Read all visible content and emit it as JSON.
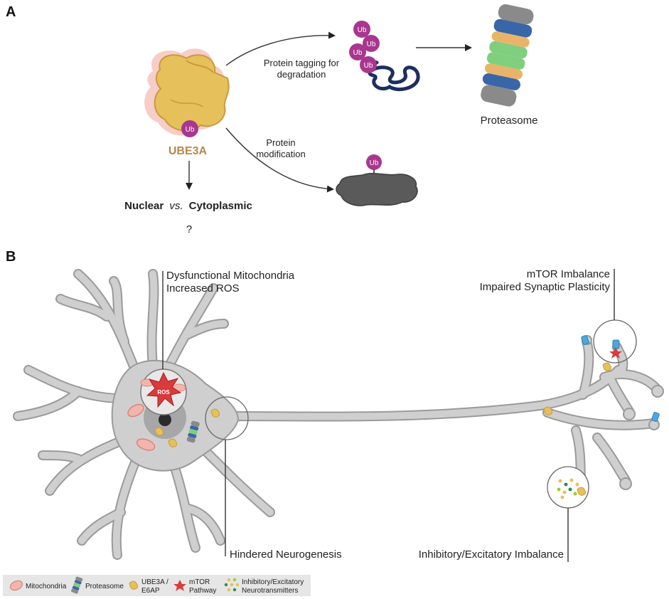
{
  "panel_a": {
    "letter": "A",
    "ub_label": "Ub",
    "enzyme_label": "UBE3A",
    "path_top_line1": "Protein tagging for",
    "path_top_line2": "degradation",
    "path_bottom_line1": "Protein",
    "path_bottom_line2": "modification",
    "proteasome_label": "Proteasome",
    "localization_nuclear": "Nuclear",
    "localization_vs": "vs.",
    "localization_cyto": "Cytoplasmic",
    "question": "?"
  },
  "panel_b": {
    "letter": "B",
    "mito_line1": "Dysfunctional Mitochondria",
    "mito_line2": "Increased ROS",
    "ros_label": "ROS",
    "mtor_line1": "mTOR Imbalance",
    "mtor_line2": "Impaired Synaptic Plasticity",
    "neurogenesis": "Hindered Neurogenesis",
    "inhib_excit": "Inhibitory/Excitatory Imbalance"
  },
  "legend": {
    "mitochondria": "Mitochondria",
    "proteasome": "Proteasome",
    "ube3a_line1": "UBE3A /",
    "ube3a_line2": "E6AP",
    "mtor_line1": "mTOR",
    "mtor_line2": "Pathway",
    "nt_line1": "Inhibitory/Excitatory",
    "nt_line2": "Neurotransmitters"
  },
  "colors": {
    "ub": "#a8378f",
    "ube3a": "#e6c05a",
    "ube3a_dark": "#c99a3e",
    "neuron": "#cfcfcf",
    "neuron_edge": "#9a9a9a",
    "proteasome_blue": "#3a66a8",
    "proteasome_orange": "#e9b46a",
    "proteasome_green": "#7fcf7f",
    "proteasome_gray": "#8a8a8a",
    "substrate": "#555555",
    "ros": "#d93a3a"
  }
}
